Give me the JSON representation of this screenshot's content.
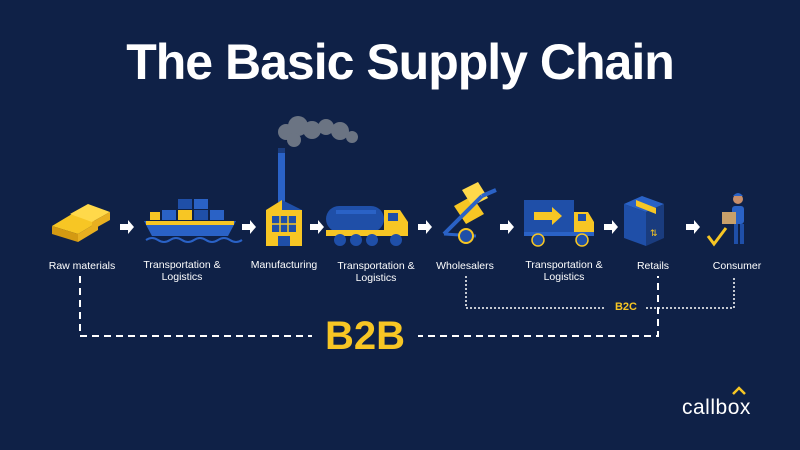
{
  "title": "The Basic Supply Chain",
  "stages": [
    {
      "label": "Raw materials",
      "icon": "gold-bars-icon"
    },
    {
      "label": "Transportation & Logistics",
      "icon": "cargo-ship-icon"
    },
    {
      "label": "Manufacturing",
      "icon": "factory-icon"
    },
    {
      "label": "Transportation & Logistics",
      "icon": "tanker-truck-icon"
    },
    {
      "label": "Wholesalers",
      "icon": "hand-truck-icon"
    },
    {
      "label": "Transportation & Logistics",
      "icon": "delivery-truck-icon"
    },
    {
      "label": "Retails",
      "icon": "package-box-icon"
    },
    {
      "label": "Consumer",
      "icon": "person-with-box-icon"
    }
  ],
  "segments": {
    "b2b": "B2B",
    "b2c": "B2C"
  },
  "brand": "callbox",
  "colors": {
    "background": "#0f2147",
    "accent": "#f7c624",
    "blue": "#1f4fa8",
    "text": "#ffffff"
  }
}
